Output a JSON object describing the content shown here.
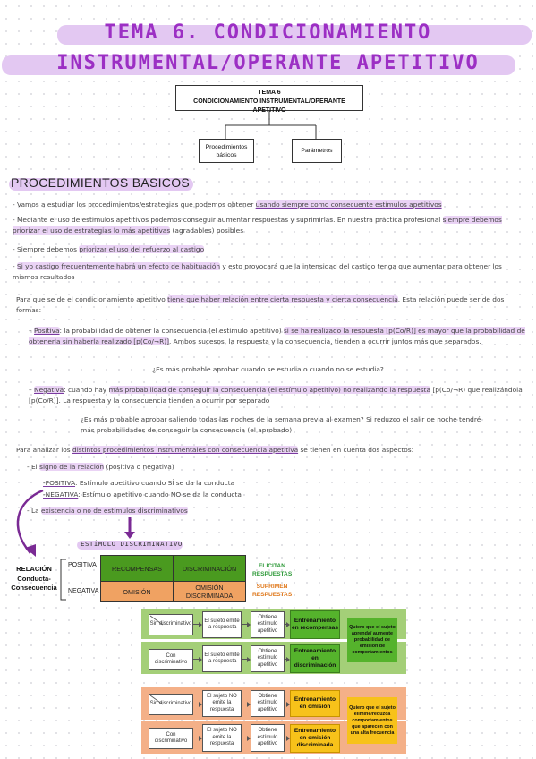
{
  "title": {
    "line1": "TEMA 6. CONDICIONAMIENTO",
    "line2": "INSTRUMENTAL/OPERANTE APETITIVO"
  },
  "diagram": {
    "top_line1": "TEMA 6",
    "top_line2": "CONDICIONAMIENTO INSTRUMENTAL/OPERANTE APETITIVO",
    "left_child": "Procedimientos básicos",
    "right_child": "Parámetros"
  },
  "section_title": "PROCEDIMIENTOS BASICOS",
  "bullets": [
    {
      "pre": "- Vamos a estudiar los procedimientos/estrategias que podemos obtener ",
      "mark": "usando siempre como consecuente estímulos apetitivos",
      "post": ""
    },
    {
      "pre": "- Mediante el uso de estímulos apetitivos podemos conseguir aumentar respuestas y suprimirlas. En nuestra práctica profesional ",
      "mark": "siempre debemos priorizar el uso de estrategias lo más apetitivas",
      "post": " (agradables) posibles"
    },
    {
      "pre": "- Siempre debemos ",
      "mark": "priorizar el uso del refuerzo al castigo",
      "post": ""
    },
    {
      "pre": "- ",
      "mark": "Si yo castigo frecuentemente habrá un efecto de habituación",
      "post": " y esto provocará que la intensidad del castigo tenga que aumentar para obtener los mismos resultados"
    }
  ],
  "intro": {
    "pre": "Para que se de el condicionamiento apetitivo ",
    "mark": "tiene que haber relación entre cierta respuesta y cierta consecuencia",
    "post": ". Esta relación puede ser de dos formas:"
  },
  "positiva": {
    "label": "Positiva",
    "text1": ": la probabilidad de obtener la consecuencia (el estímulo apetitivo) ",
    "mark": "si se ha realizado la respuesta [p(Co/R)] es mayor que la probabilidad de obtenerla sin haberla realizado [p(Co/¬R)]",
    "text2": ". Ambos sucesos, la respuesta y la consecuencia, tienden a ocurrir juntos más que separados.",
    "question": "¿Es más probable aprobar cuando se estudia o cuando no se estudia?"
  },
  "negativa": {
    "label": "Negativa",
    "text1": ": cuando hay ",
    "mark": "más probabilidad de conseguir la consecuencia (el estímulo apetitivo) no realizando la respuesta",
    "text2": " [p(Co/¬R) que realizándola [p(Co/R)]. La respuesta y la consecuencia tienden a ocurrir por separado",
    "question": "¿Es más probable aprobar saliendo todas las noches de la semana previa al examen? Si reduzco el salir de noche tendré más probabilidades de conseguir la consecuencia (el aprobado)"
  },
  "analysis": {
    "pre": "Para analizar los ",
    "mark": "distintos procedimientos instrumentales con consecuencia apetitiva",
    "post": " se tienen en cuenta dos aspectos:"
  },
  "aspects": {
    "a1_pre": "- El ",
    "a1_mark": "signo de la relación",
    "a1_post": " (positiva o negativa)",
    "pos_label": "-POSITIVA",
    "pos_text": ": Estímulo apetitivo cuando SÍ se da la conducta",
    "neg_label": "-NEGATIVA",
    "neg_text": ": Estímulo apetitivo cuando NO se da la conducta",
    "a2_pre": "- La ",
    "a2_mark": "existencia o no de estímulos discriminativos",
    "a2_post": ""
  },
  "table": {
    "header": "ESTÍMULO DISCRIMINATIVO",
    "row_title": "RELACIÓN Conducta-Consecuencia",
    "row_pos": "POSITIVA",
    "row_neg": "NEGATIVA",
    "cells": [
      "RECOMPENSAS",
      "DISCRIMINACIÓN",
      "OMISIÓN",
      "OMISIÓN DISCRIMINADA"
    ],
    "elicit": "ELICITAN RESPUESTAS",
    "suppress": "SUPRIMEN RESPUESTAS",
    "colors": {
      "green": "#4a9a1f",
      "orange": "#f0a262",
      "elicit_text": "#2f9a3a",
      "suppress_text": "#e07a1e"
    }
  },
  "flow": {
    "green_group": {
      "rows": [
        {
          "a": "Sin discriminativo",
          "b": "El sujeto emite la respuesta",
          "c": "Obtiene estímulo apetitivo",
          "result": "Entrenamiento en recompensas"
        },
        {
          "a": "Con discriminativo",
          "b": "El sujeto emite la respuesta",
          "c": "Obtiene estímulo apetitivo",
          "result": "Entrenamiento en discriminación"
        }
      ],
      "note": "Quiero que el sujeto aprenda/ aumente probabilidad de emisión de comportamientos"
    },
    "orange_group": {
      "rows": [
        {
          "a": "Sin discriminativo",
          "b": "El sujeto NO emite la respuesta",
          "c": "Obtiene estímulo apetitivo",
          "result": "Entrenamiento en omisión"
        },
        {
          "a": "Con discriminativo",
          "b": "El sujeto NO emite la respuesta",
          "c": "Obtiene estímulo apetitivo",
          "result": "Entrenamiento en omisión discriminada"
        }
      ],
      "note": "Quiero que el sujeto elimine/reduzca comportamientos que aparecen con una alta frecuencia"
    }
  }
}
